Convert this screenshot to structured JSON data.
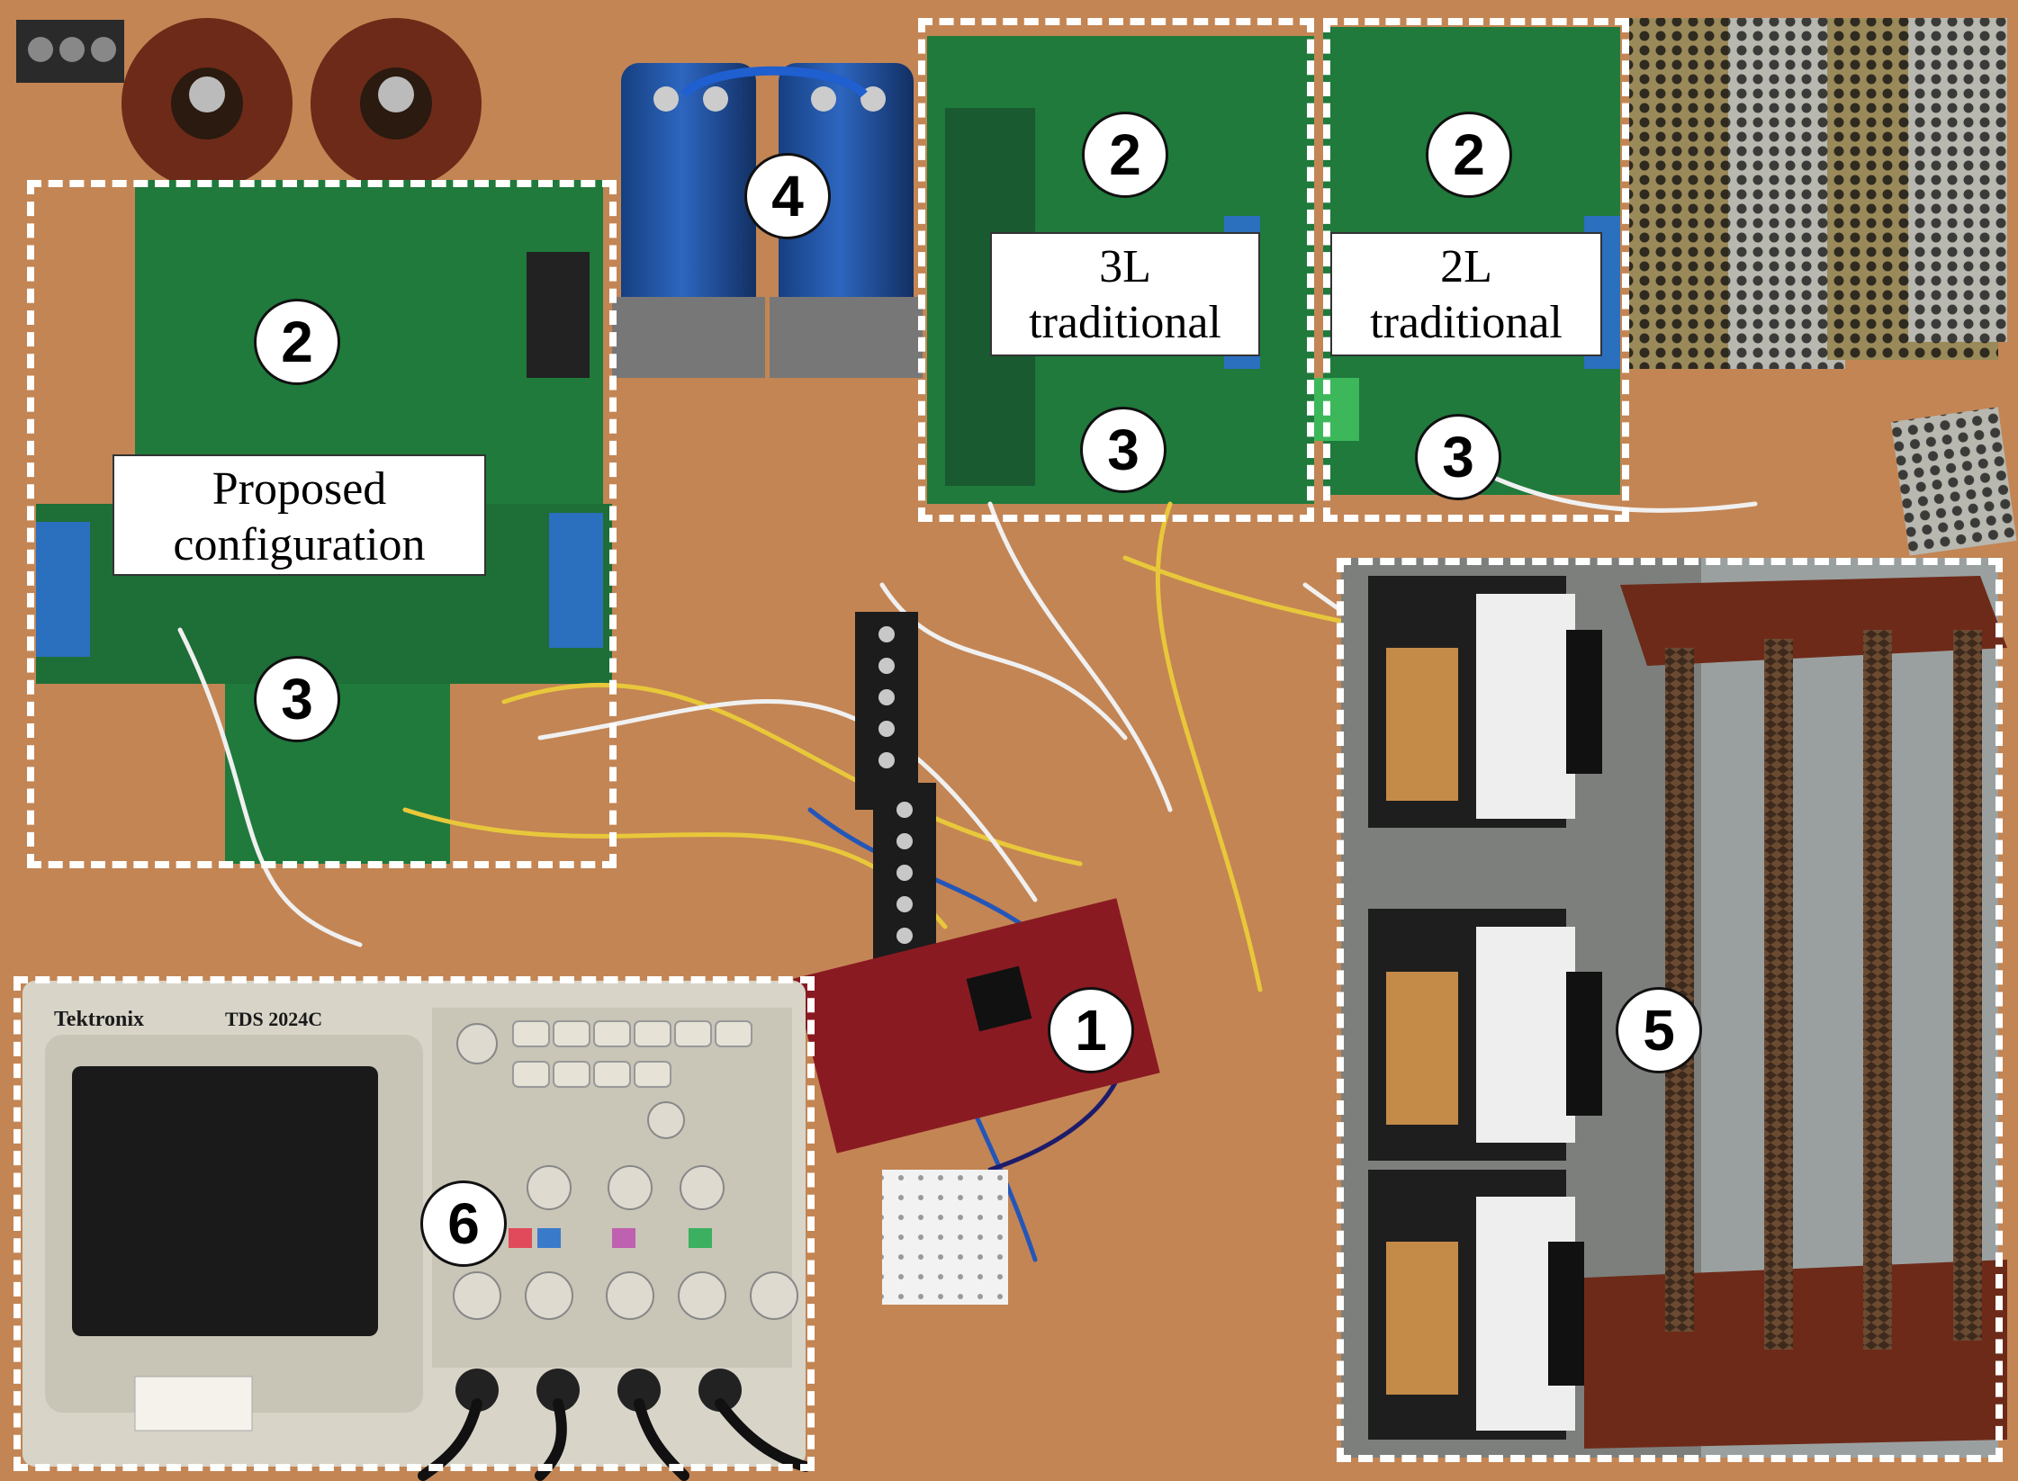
{
  "labels": {
    "proposed": [
      "Proposed",
      "configuration"
    ],
    "three_level": [
      "3L",
      "traditional"
    ],
    "two_level": [
      "2L",
      "traditional"
    ]
  },
  "markers": {
    "m1": "1",
    "m2a": "2",
    "m2b": "2",
    "m2c": "2",
    "m3a": "3",
    "m3b": "3",
    "m3c": "3",
    "m4": "4",
    "m5": "5",
    "m6": "6"
  },
  "device_text": {
    "scope_brand": "Tektronix",
    "scope_model": "TDS 2024C"
  },
  "colors": {
    "bench_wood": "#c98a58",
    "pcb_green": "#1f7a3c",
    "capacitor_blue": "#1e4f9c",
    "dsp_board": "#8a1a22",
    "scope_body": "#d8d4c8",
    "dashed_border": "#ffffff"
  }
}
